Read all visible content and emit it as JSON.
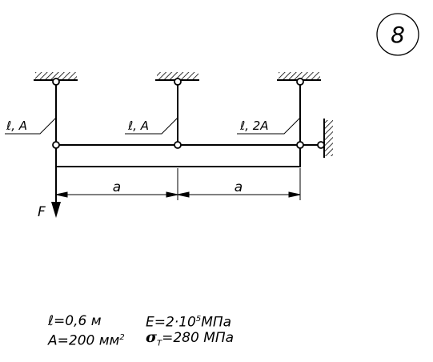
{
  "variant": {
    "number": "8"
  },
  "labels": {
    "rod1": "ℓ, A",
    "rod2": "ℓ, A",
    "rod3": "ℓ, 2A",
    "force": "F",
    "span1": "a",
    "span2": "a"
  },
  "params": {
    "length_sym": "ℓ",
    "length_val": "=0,6  м",
    "area": "A=200  мм",
    "area_exp": "2",
    "modulus": "E=2·10",
    "modulus_exp": "5",
    "modulus_unit": "MПa",
    "sigma_sym": "σ",
    "sigma_sub": "T",
    "sigma_val": "=280  MПa"
  }
}
